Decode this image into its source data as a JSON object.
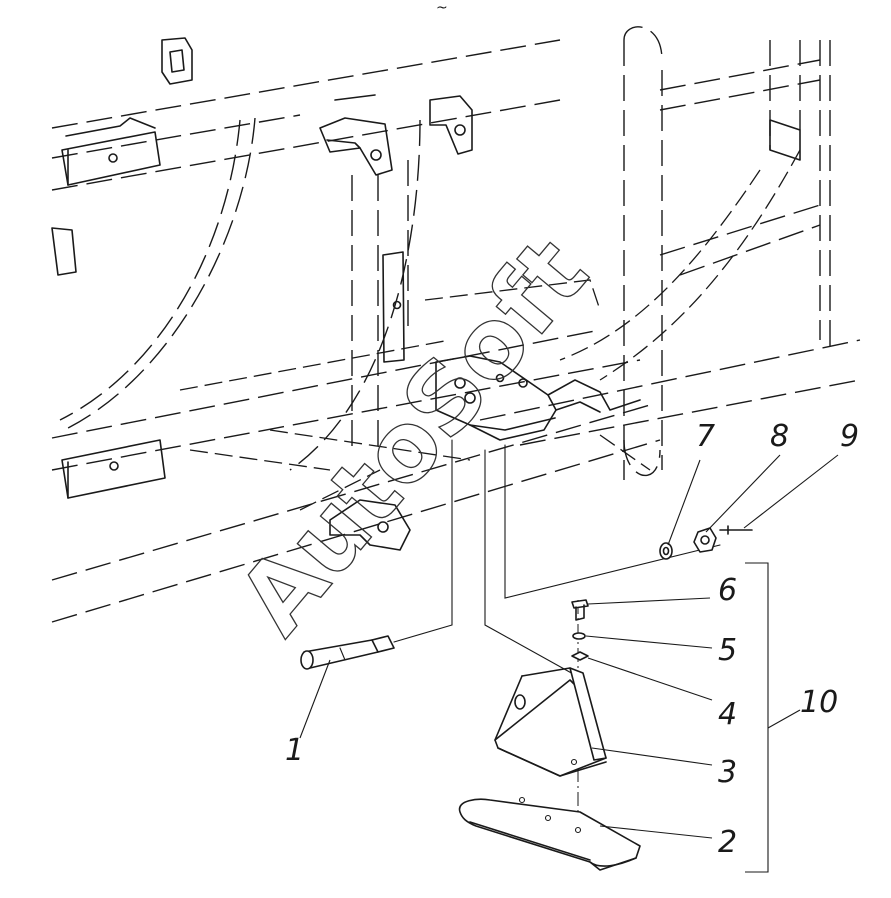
{
  "diagram": {
    "callouts": [
      {
        "id": "1",
        "label": "1"
      },
      {
        "id": "2",
        "label": "2"
      },
      {
        "id": "3",
        "label": "3"
      },
      {
        "id": "4",
        "label": "4"
      },
      {
        "id": "5",
        "label": "5"
      },
      {
        "id": "6",
        "label": "6"
      },
      {
        "id": "7",
        "label": "7"
      },
      {
        "id": "8",
        "label": "8"
      },
      {
        "id": "9",
        "label": "9"
      },
      {
        "id": "10",
        "label": "10"
      }
    ],
    "watermark": "AutoSoft",
    "top_mark": "~"
  }
}
